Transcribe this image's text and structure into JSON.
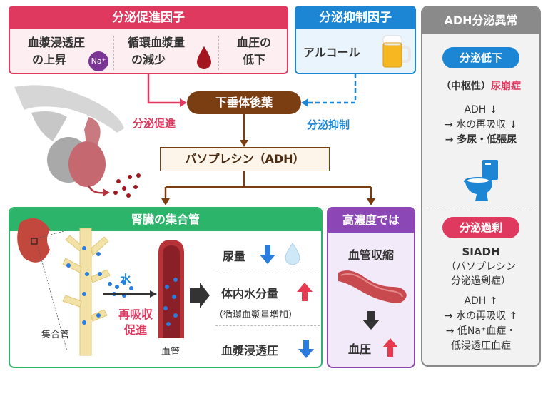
{
  "promote": {
    "title": "分泌促進因子",
    "item1_line1": "血漿浸透圧",
    "item1_line2": "の上昇",
    "na_badge": "Na⁺",
    "item2_line1": "循環血漿量",
    "item2_line2": "の減少",
    "item3_line1": "血圧の",
    "item3_line2": "低下"
  },
  "inhibit": {
    "title": "分泌抑制因子",
    "item1": "アルコール"
  },
  "center": {
    "pituitary": "下垂体後葉",
    "promote_label": "分泌促進",
    "inhibit_label": "分泌抑制",
    "hormone": "バソプレシン（ADH）"
  },
  "kidney": {
    "title": "腎臓の集合管",
    "water": "水",
    "reabsorb_line1": "再吸収",
    "reabsorb_line2": "促進",
    "duct_label": "集合管",
    "vessel_label": "血管",
    "effect1": "尿量",
    "effect2": "体内水分量",
    "effect2_note": "（循環血漿量増加）",
    "effect3": "血漿浸透圧"
  },
  "high": {
    "title": "高濃度では",
    "text1": "血管収縮",
    "text2": "血圧"
  },
  "abnormal": {
    "title": "ADH分泌異常",
    "low_pill": "分泌低下",
    "low_cause_prefix": "（中枢性）",
    "low_cause": "尿崩症",
    "low_line1": "ADH ↓",
    "low_line2": "→ 水の再吸収 ↓",
    "low_line3": "→ 多尿・低張尿",
    "high_pill": "分泌過剰",
    "high_name": "SIADH",
    "high_sub1": "（バソプレシン",
    "high_sub2": "分泌過剰症）",
    "high_line1": "ADH ↑",
    "high_line2": "→ 水の再吸収 ↑",
    "high_line3": "→ 低Na⁺血症・",
    "high_line4": "低浸透圧血症"
  },
  "colors": {
    "promote": "#e0395f",
    "inhibit": "#1c85d4",
    "abnormal": "#8a8a8a",
    "pituitary": "#7b3d12",
    "kidney": "#2cb56a",
    "high": "#8b47b5",
    "up_arrow": "#e8394f",
    "down_arrow": "#2a7de0"
  }
}
